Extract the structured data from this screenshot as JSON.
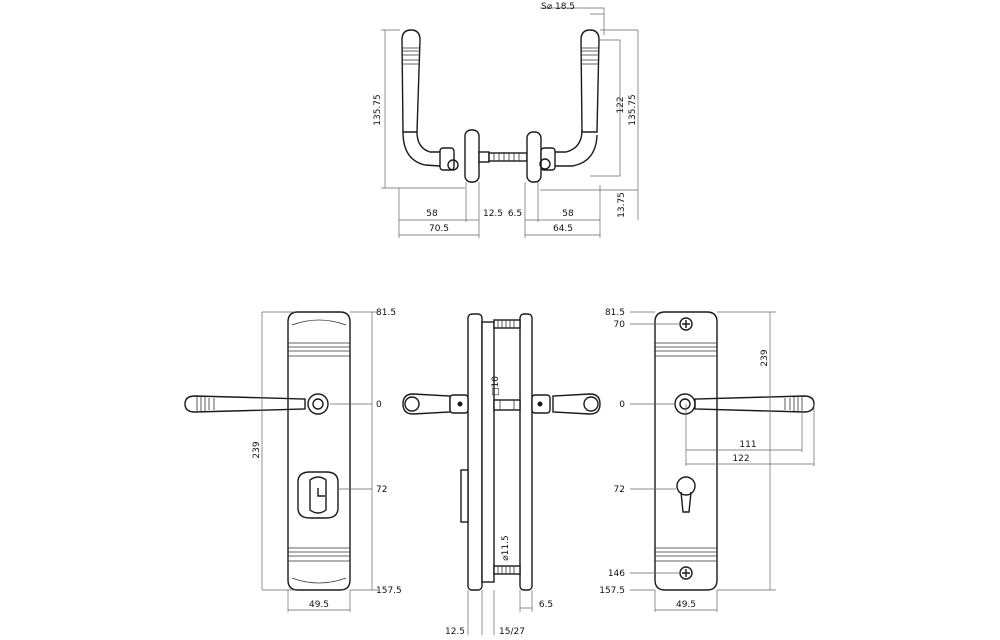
{
  "top_view": {
    "sphere": "S⌀ 18.5",
    "h_left": "135.75",
    "h_right_inner": "122",
    "h_right": "135.75",
    "h_base": "13.75",
    "w_left": "58",
    "w_gap_left": "12.5",
    "w_gap_right": "6.5",
    "w_right": "58",
    "total_left": "70.5",
    "total_right": "64.5"
  },
  "front_view": {
    "top": "81.5",
    "zero": "0",
    "cyl": "72",
    "bottom": "157.5",
    "height": "239",
    "width": "49.5"
  },
  "side_view": {
    "square": "□10",
    "bolt": "⌀11.5",
    "bottom_left": "12.5",
    "bottom_mid": "15/27",
    "right": "6.5"
  },
  "back_view": {
    "top": "81.5",
    "screw_top": "70",
    "height": "239",
    "zero": "0",
    "lever_a": "111",
    "lever_b": "122",
    "cyl": "72",
    "screw_bottom": "146",
    "bottom": "157.5",
    "width": "49.5"
  }
}
